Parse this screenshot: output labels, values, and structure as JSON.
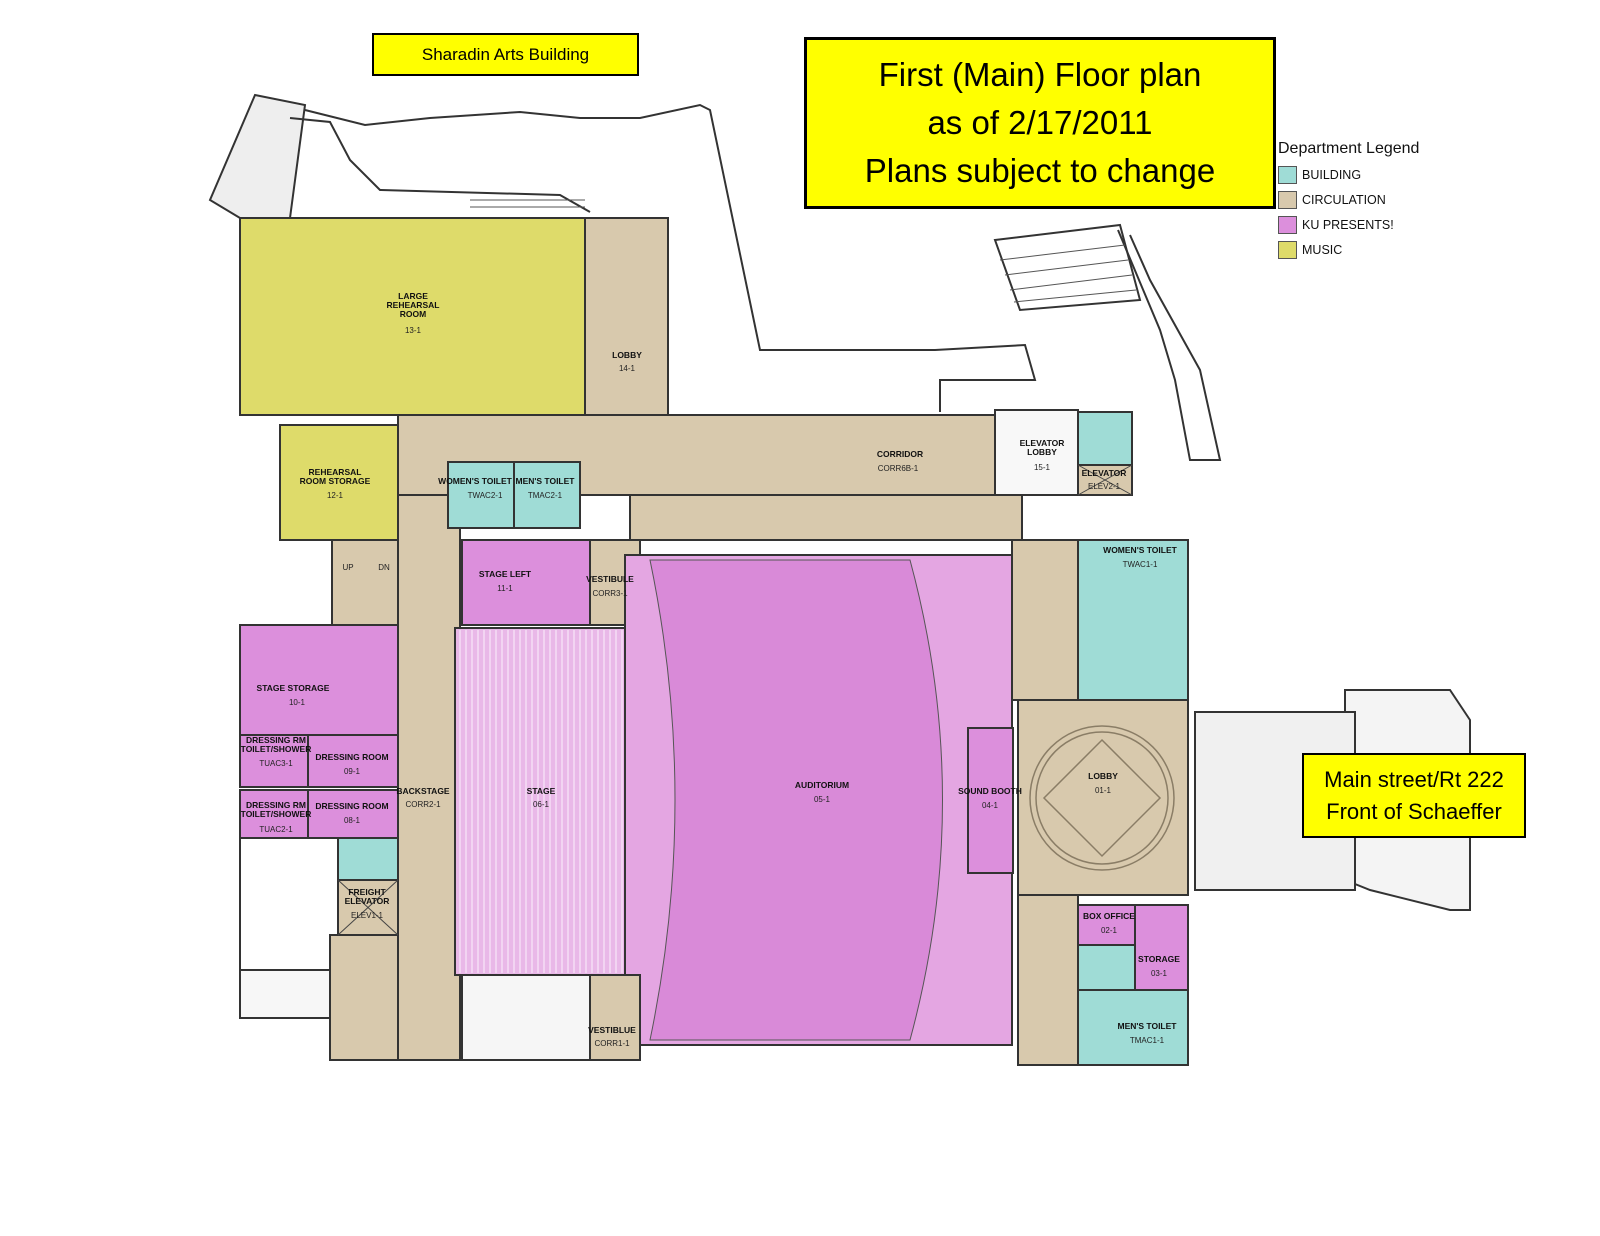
{
  "building_label": "Sharadin Arts Building",
  "title": {
    "line1": "First (Main) Floor plan",
    "line2": "as of 2/17/2011",
    "line3": "Plans subject to change"
  },
  "street_label": {
    "line1": "Main street/Rt 222",
    "line2": "Front of Schaeffer"
  },
  "legend": {
    "title": "Department Legend",
    "items": [
      {
        "label": "BUILDING",
        "color": "#9fdcd6"
      },
      {
        "label": "CIRCULATION",
        "color": "#d8c9ad"
      },
      {
        "label": "KU PRESENTS!",
        "color": "#dc8fdc"
      },
      {
        "label": "MUSIC",
        "color": "#dedb6a"
      }
    ]
  },
  "rooms": {
    "large_rehearsal": {
      "name1": "LARGE",
      "name2": "REHEARSAL",
      "name3": "ROOM",
      "code": "13-1"
    },
    "lobby_west": {
      "name": "LOBBY",
      "code": "14-1"
    },
    "rehearsal_storage": {
      "name1": "REHEARSAL",
      "name2": "ROOM STORAGE",
      "code": "12-1"
    },
    "womens_toilet_west": {
      "name": "WOMEN'S TOILET",
      "code": "TWAC2-1"
    },
    "mens_toilet_west": {
      "name": "MEN'S TOILET",
      "code": "TMAC2-1"
    },
    "corridor": {
      "name": "CORRIDOR",
      "code": "CORR6B-1"
    },
    "elevator_lobby": {
      "name1": "ELEVATOR",
      "name2": "LOBBY",
      "code": "15-1"
    },
    "elevator": {
      "name": "ELEVATOR",
      "code": "ELEV2-1"
    },
    "stage_left": {
      "name": "STAGE LEFT",
      "code": "11-1"
    },
    "vestibule_north": {
      "name": "VESTIBULE",
      "code": "CORR3-1"
    },
    "stage_storage": {
      "name": "STAGE STORAGE",
      "code": "10-1"
    },
    "dressing_toilet_1": {
      "name1": "DRESSING RM",
      "name2": "TOILET/SHOWER",
      "code": "TUAC3-1"
    },
    "dressing_room_1": {
      "name": "DRESSING ROOM",
      "code": "09-1"
    },
    "dressing_toilet_2": {
      "name1": "DRESSING RM",
      "name2": "TOILET/SHOWER",
      "code": "TUAC2-1"
    },
    "dressing_room_2": {
      "name": "DRESSING ROOM",
      "code": "08-1"
    },
    "backstage": {
      "name": "BACKSTAGE",
      "code": "CORR2-1"
    },
    "stage": {
      "name": "STAGE",
      "code": "06-1"
    },
    "auditorium": {
      "name": "AUDITORIUM",
      "code": "05-1"
    },
    "sound_booth": {
      "name": "SOUND BOOTH",
      "code": "04-1"
    },
    "lobby_main": {
      "name": "LOBBY",
      "code": "01-1"
    },
    "womens_toilet_east": {
      "name": "WOMEN'S TOILET",
      "code": "TWAC1-1"
    },
    "box_office": {
      "name": "BOX OFFICE",
      "code": "02-1"
    },
    "storage": {
      "name": "STORAGE",
      "code": "03-1"
    },
    "mens_toilet_east": {
      "name": "MEN'S TOILET",
      "code": "TMAC1-1"
    },
    "freight_elevator": {
      "name1": "FREIGHT",
      "name2": "ELEVATOR",
      "code": "ELEV1-1"
    },
    "vestibule_south": {
      "name": "VESTIBLUE",
      "code": "CORR1-1"
    }
  },
  "stair_labels": {
    "up": "UP",
    "dn": "DN"
  }
}
